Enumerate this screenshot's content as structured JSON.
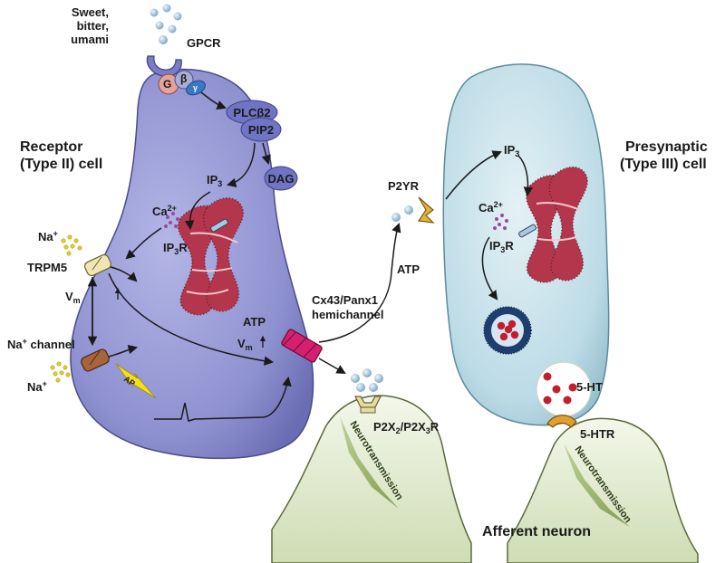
{
  "labels": {
    "stimulus": [
      "Sweet,",
      "bitter,",
      "umami"
    ],
    "gpcr": "GPCR",
    "g_alpha": "G",
    "g_beta": "β",
    "g_gamma": "γ",
    "plc": "PLCβ2",
    "pip2": "PIP2",
    "dag": "DAG",
    "ip3_left": "IP",
    "ip3_left_sub": "3",
    "ca_left": "Ca",
    "ca_left_sup": "2+",
    "ip3r_left": "IP",
    "ip3r_left_sub": "3",
    "ip3r_left_suffix": "R",
    "receptor_title": [
      "Receptor",
      "(Type II) cell"
    ],
    "na_top": "Na",
    "na_top_sup": "+",
    "trpm5": "TRPM5",
    "vm_left": "V",
    "vm_left_sub": "m",
    "na_channel": "Na",
    "na_channel_sup": "+",
    "na_channel_suffix": " channel",
    "na_bottom": "Na",
    "na_bottom_sup": "+",
    "ap": "AP",
    "vm_mid": "V",
    "vm_mid_sub": "m",
    "atp_left": "ATP",
    "hemichannel": [
      "Cx43/Panx1",
      "hemichannel"
    ],
    "p2yr": "P2YR",
    "atp_mid": "ATP",
    "ip3_right": "IP",
    "ip3_right_sub": "3",
    "ca_right": "Ca",
    "ca_right_sup": "2+",
    "ip3r_right": "IP",
    "ip3r_right_sub": "3",
    "ip3r_right_suffix": "R",
    "presynaptic_title": [
      "Presynaptic",
      "(Type III) cell"
    ],
    "p2x": "P2X",
    "p2x_sub1": "2",
    "p2x_mid": "/P2X",
    "p2x_sub2": "3",
    "p2x_suffix": "R",
    "ht": "5-HT",
    "htr": "5-HTR",
    "neurotransmission_left": "Neurotransmission",
    "neurotransmission_right": "Neurotransmission",
    "afferent": "Afferent neuron"
  },
  "colors": {
    "type2_cell": "#8e91cf",
    "type3_cell": "#bcdbe6",
    "neuron": "#e2ecd0",
    "er": "#b3364d",
    "enzyme": "#6f74c4",
    "hemichannel": "#d4206e",
    "ligand": "#8fb7d4",
    "serotonin": "#c21f2e",
    "na_ion": "#e0d020",
    "receptor": "#e4dca4"
  }
}
